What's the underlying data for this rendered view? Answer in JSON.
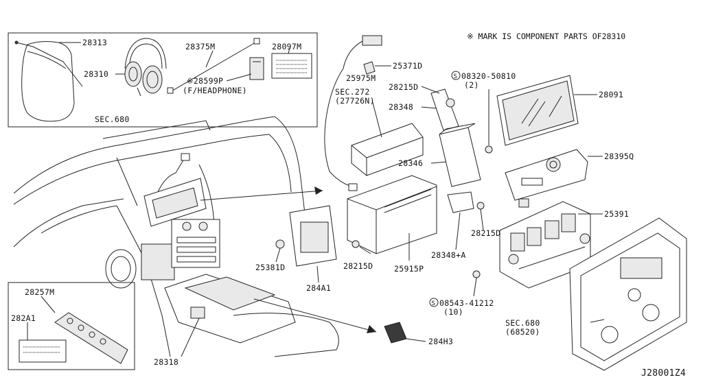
{
  "note": "※ MARK IS COMPONENT PARTS OF28310",
  "diagram_code": "J28001Z4",
  "parts": {
    "p28313": "28313",
    "p28310": "28310",
    "p28375M": "28375M",
    "p28097M": "28097M",
    "p28599P": "※28599P",
    "headphone_note": "(F/HEADPHONE)",
    "sec680_top": "SEC.680",
    "p25975M": "25975M",
    "p25371D": "25371D",
    "sec272": "SEC.272",
    "sec272_sub": "(27726N)",
    "p28215D_a": "28215D",
    "p28348": "28348",
    "p28346": "28346",
    "bolt_08320": "08320-50810",
    "bolt_08320_qty": "(2)",
    "p28091": "28091",
    "p28395Q": "28395Q",
    "p25391": "25391",
    "p28215D_b": "28215D",
    "p28348A": "28348+A",
    "p25381D": "25381D",
    "p284A1": "284A1",
    "p28215D_c": "28215D",
    "p25915P": "25915P",
    "bolt_08543": "08543-41212",
    "bolt_08543_qty": "(10)",
    "sec680_bottom": "SEC.680",
    "sec680_bottom_sub": "(68520)",
    "p28257M": "28257M",
    "p282A1": "282A1",
    "p28318": "28318",
    "p284H3": "284H3"
  }
}
